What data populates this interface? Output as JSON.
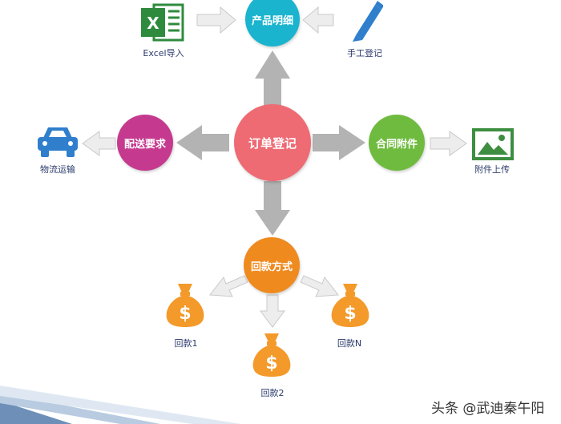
{
  "colors": {
    "center": "#ee6b74",
    "product": "#1ab4cf",
    "delivery": "#c53a8f",
    "contract": "#6fbb3f",
    "payment": "#ef8a1f",
    "arrow_big": "#b3b3b3",
    "arrow_small": "#ededed",
    "icon_blue": "#2f7fcd",
    "icon_green": "#3e8e41",
    "moneybag": "#f39a2a"
  },
  "nodes": {
    "center": "订单登记",
    "product": "产品明细",
    "delivery": "配送要求",
    "contract": "合同附件",
    "payment": "回款方式"
  },
  "items": {
    "excel": {
      "label": "Excel导入",
      "icon": "excel-icon",
      "glyph": "X"
    },
    "manual": {
      "label": "手工登记",
      "icon": "pencil-icon"
    },
    "logistics": {
      "label": "物流运输",
      "icon": "car-icon"
    },
    "attachment": {
      "label": "附件上传",
      "icon": "image-icon"
    },
    "payment1": {
      "label": "回款1",
      "icon": "money-bag-icon"
    },
    "payment2": {
      "label": "回款2",
      "icon": "money-bag-icon"
    },
    "paymentN": {
      "label": "回款N",
      "icon": "money-bag-icon"
    }
  },
  "dollar": "$",
  "watermark": "头条 @武迪秦午阳"
}
